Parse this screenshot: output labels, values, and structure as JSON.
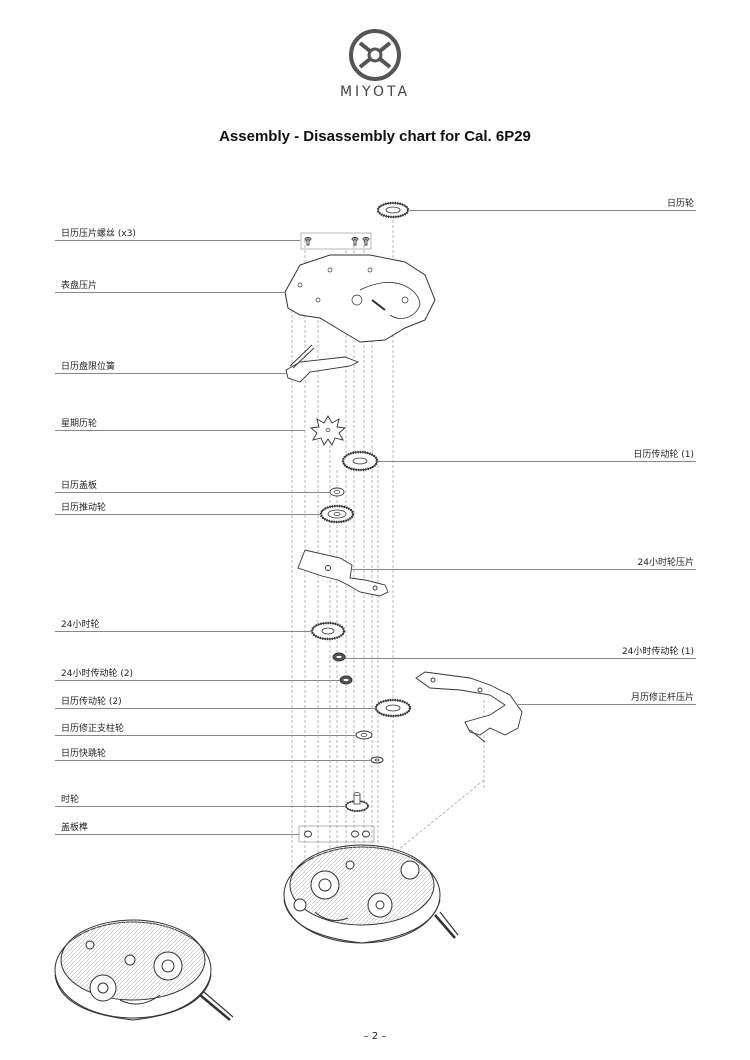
{
  "header": {
    "brand": "MIYOTA",
    "title": "Assembly - Disassembly chart for Cal. 6P29"
  },
  "labels_left": [
    {
      "id": "calendar-plate-screw",
      "text": "日历压片螺丝 (x3)"
    },
    {
      "id": "dial-holder-plate",
      "text": "表盘压片"
    },
    {
      "id": "date-jumper-spring",
      "text": "日历盘限位簧"
    },
    {
      "id": "week-wheel",
      "text": "星期历轮"
    },
    {
      "id": "calendar-cover",
      "text": "日历盖板"
    },
    {
      "id": "date-driving-wheel",
      "text": "日历推动轮"
    },
    {
      "id": "24h-wheel",
      "text": "24小时轮"
    },
    {
      "id": "24h-intermediate-wheel-2",
      "text": "24小时传动轮 (2)"
    },
    {
      "id": "calendar-intermediate-wheel-2",
      "text": "日历传动轮 (2)"
    },
    {
      "id": "date-corrector-setting-wheel",
      "text": "日历修正支柱轮"
    },
    {
      "id": "date-quick-jump-wheel",
      "text": "日历快跳轮"
    },
    {
      "id": "hour-wheel",
      "text": "时轮"
    },
    {
      "id": "cover-pin",
      "text": "盖板榫"
    }
  ],
  "labels_right": [
    {
      "id": "calendar-wheel",
      "text": "日历轮"
    },
    {
      "id": "calendar-intermediate-wheel-1",
      "text": "日历传动轮 (1)"
    },
    {
      "id": "24h-wheel-plate",
      "text": "24小时轮压片"
    },
    {
      "id": "24h-intermediate-wheel-1",
      "text": "24小时传动轮 (1)"
    },
    {
      "id": "month-corrector-lever-plate",
      "text": "月历修正杆压片"
    }
  ],
  "footer": {
    "page_number": "– 2 –"
  }
}
